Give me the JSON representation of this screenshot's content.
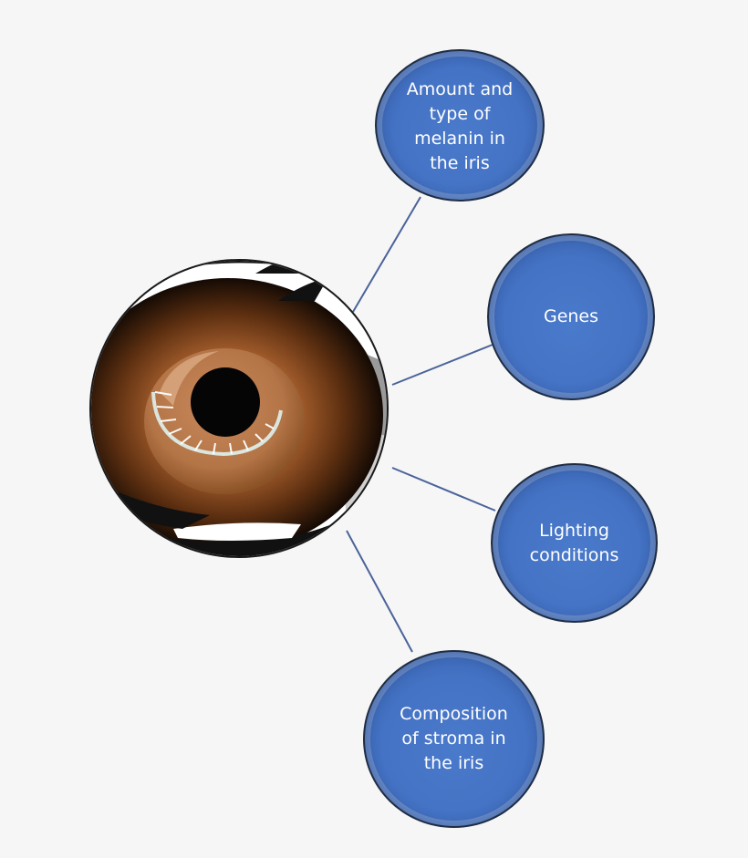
{
  "diagram": {
    "center": {
      "icon": "brown-eye-icon",
      "colors": {
        "iris": "#b86e3c",
        "iris_dark": "#3a1d08",
        "pupil": "#050505"
      }
    },
    "nodes": [
      {
        "id": "melanin",
        "label": "Amount and\ntype of\nmelanin in\nthe iris"
      },
      {
        "id": "genes",
        "label": "Genes"
      },
      {
        "id": "lighting",
        "label": "Lighting\nconditions"
      },
      {
        "id": "stroma",
        "label": "Composition\nof stroma in\nthe iris"
      }
    ],
    "colors": {
      "node_fill": "#4472c4",
      "node_border": "#1f2d44",
      "connector": "#4a6399",
      "background": "#f6f6f7"
    }
  }
}
